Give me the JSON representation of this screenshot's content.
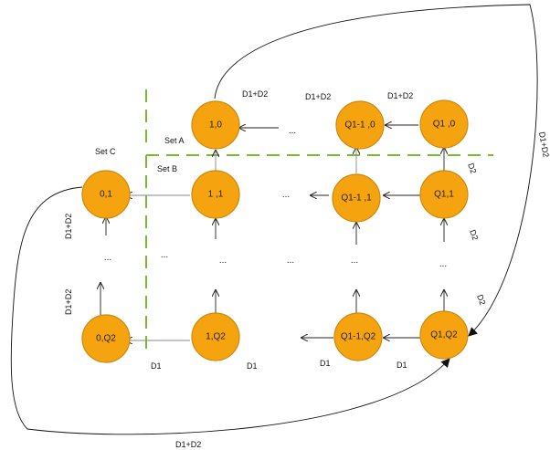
{
  "nodes": [
    {
      "id": "n10",
      "label": "1,0"
    },
    {
      "id": "nq10",
      "label": "Q1-1 ,0"
    },
    {
      "id": "nq0",
      "label": "Q1 ,0"
    },
    {
      "id": "n01",
      "label": "0,1"
    },
    {
      "id": "n11",
      "label": "1 ,1"
    },
    {
      "id": "nq11",
      "label": "Q1-1 ,1"
    },
    {
      "id": "nq1",
      "label": "Q1,1"
    },
    {
      "id": "n0q",
      "label": "0,Q2"
    },
    {
      "id": "n1q",
      "label": "1,Q2"
    },
    {
      "id": "nqq1",
      "label": "Q1-1,Q2"
    },
    {
      "id": "nqq",
      "label": "Q1,Q2"
    }
  ],
  "sets": {
    "set_a": "Set A",
    "set_b": "Set B",
    "set_c": "Set C"
  },
  "rates": {
    "top_1": "D1+D2",
    "top_2": "D1+D2",
    "top_3": "D1+D2",
    "left_upper": "D1+D2",
    "left_lower": "D1+D2",
    "right_outer": "D1+D2",
    "bottom": "D1+D2",
    "d2_a": "D2",
    "d2_b": "D2",
    "d2_c": "D2",
    "d1_a": "D1",
    "d1_b": "D1",
    "d1_c": "D1",
    "d1_d": "D1"
  },
  "ellipsis": "..."
}
